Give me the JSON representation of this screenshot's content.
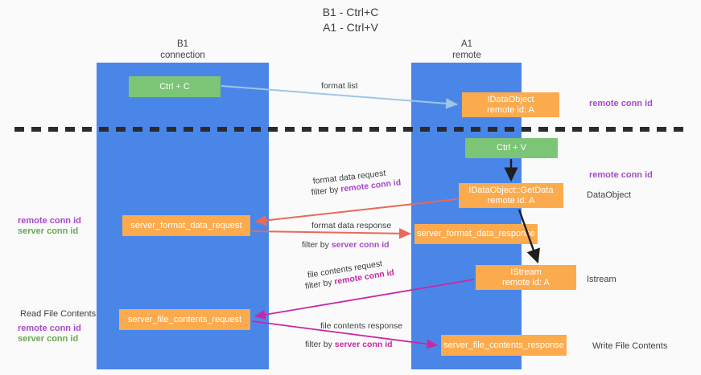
{
  "title": {
    "line1": "B1 - Ctrl+C",
    "line2": "A1 - Ctrl+V"
  },
  "lanes": [
    {
      "id": "B1",
      "name": "B1",
      "role": "connection",
      "color": "#4a86e8"
    },
    {
      "id": "A1",
      "name": "A1",
      "role": "remote",
      "color": "#4a86e8"
    }
  ],
  "colors": {
    "lane": "#4a86e8",
    "green_box": "#7cc576",
    "orange_box": "#fbab4e",
    "remote_conn_id": "#a64ac9",
    "server_conn_id": "#6aa84f",
    "format_arrow": "#e8695a",
    "file_arrow": "#c728a6",
    "format_list_arrow": "#9fc5e8",
    "black_arrow": "#1f1f1f",
    "separator": "#2b2b2b",
    "page_bg": "#fafafa"
  },
  "boxes": [
    {
      "key": "ctrl_c",
      "lane": "B1",
      "type": "green",
      "lines": [
        "Ctrl + C"
      ]
    },
    {
      "key": "idataobject",
      "lane": "A1",
      "type": "orange",
      "lines": [
        "IDataObject",
        "remote id: A"
      ]
    },
    {
      "key": "ctrl_v",
      "lane": "A1",
      "type": "green",
      "lines": [
        "Ctrl + V"
      ]
    },
    {
      "key": "getdata",
      "lane": "A1",
      "type": "orange",
      "lines": [
        "IDataObject::GetData",
        "remote id: A"
      ]
    },
    {
      "key": "server_format_data_request",
      "lane": "B1",
      "type": "orange",
      "lines": [
        "server_format_data_request"
      ]
    },
    {
      "key": "server_format_data_response",
      "lane": "A1",
      "type": "orange",
      "lines": [
        "server_format_data_response"
      ]
    },
    {
      "key": "istream",
      "lane": "A1",
      "type": "orange",
      "lines": [
        "IStream",
        "remote id: A"
      ]
    },
    {
      "key": "server_file_contents_request",
      "lane": "B1",
      "type": "orange",
      "lines": [
        "server_file_contents_request"
      ]
    },
    {
      "key": "server_file_contents_response",
      "lane": "A1",
      "type": "orange",
      "lines": [
        "server_file_contents_response"
      ]
    }
  ],
  "arrow_labels": {
    "format_list": "format list",
    "format_data_request": "format data request",
    "format_data_request_filter_prefix": "filter by ",
    "format_data_request_filter_key": "remote conn id",
    "format_data_response": "format data response",
    "format_data_response_filter_prefix": "filter by ",
    "format_data_response_filter_key": "server conn id",
    "file_contents_request": "file contents request",
    "file_contents_request_filter_prefix": "filter by ",
    "file_contents_request_filter_key": "remote conn id",
    "file_contents_response": "file contents response",
    "file_contents_response_filter_prefix": "filter by ",
    "file_contents_response_filter_key": "server conn id"
  },
  "annotations": {
    "right_remote_conn_id_top": "remote conn id",
    "right_remote_conn_id_mid": "remote conn id",
    "right_dataobject": "DataObject",
    "right_istream": "Istream",
    "right_write_file_contents": "Write File Contents",
    "left_remote_conn_id_mid": "remote conn id",
    "left_server_conn_id_mid": "server conn id",
    "left_read_file_contents": "Read File Contents",
    "left_remote_conn_id_bottom": "remote conn id",
    "left_server_conn_id_bottom": "server conn id"
  }
}
